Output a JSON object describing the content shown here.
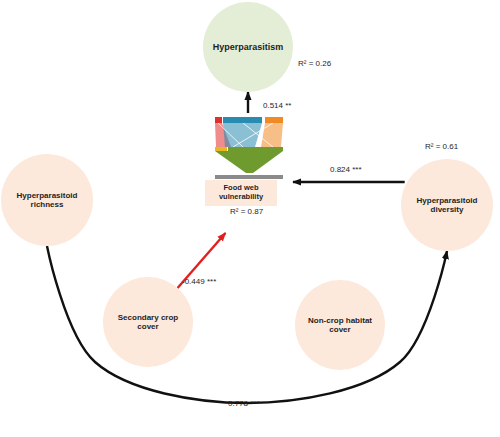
{
  "diagram": {
    "nodes": [
      {
        "text": [
          "Hyperparasitism"
        ]
      },
      {
        "text": [
          "Hyperparasitoid richness"
        ]
      },
      {
        "text": [
          "Food web vulnerability"
        ]
      },
      {
        "text": [
          "Hyperparasitoid diversity"
        ]
      },
      {
        "text": [
          "Secondary crop cover"
        ]
      },
      {
        "text": [
          "Non-crop habitat cover"
        ]
      }
    ],
    "edges": [
      {
        "from": 2,
        "to": 0,
        "arrow": "to",
        "label": "0.514 **"
      },
      {
        "from": 3,
        "to": 2,
        "arrow": "to",
        "label": "0.824 ***"
      },
      {
        "from": 4,
        "to": 2,
        "arrow": "to",
        "label": "-0.449 ***"
      },
      {
        "from": 1,
        "to": 3,
        "arrow": "to",
        "label": "0.778 ***"
      }
    ],
    "labels": [
      "R² = 0.26",
      "R² = 0.61",
      "R² = 0.87"
    ]
  }
}
